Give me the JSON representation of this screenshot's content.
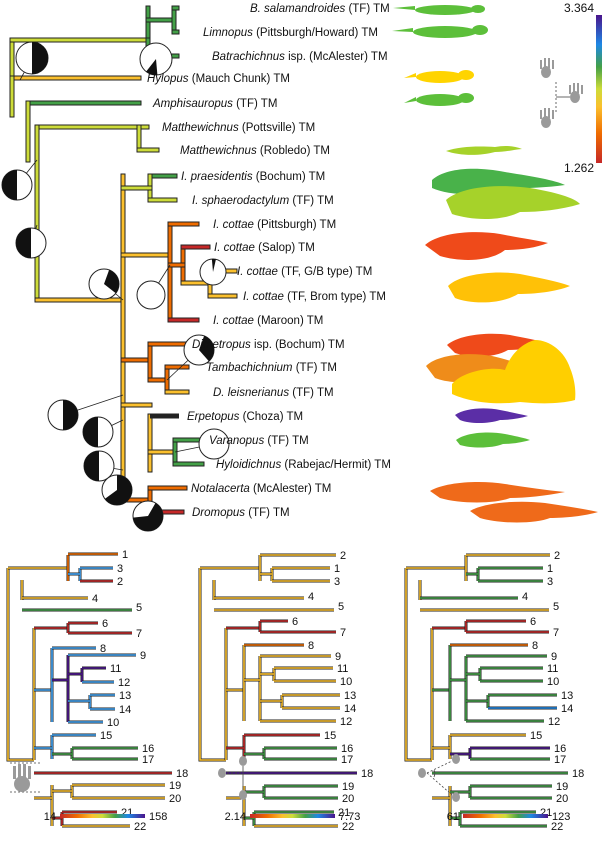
{
  "main_tree": {
    "taxa": [
      {
        "genus": "B. salamandroides",
        "rest": " (TF) TM"
      },
      {
        "genus": "Limnopus",
        "rest": " (Pittsburgh/Howard) TM"
      },
      {
        "genus": "Batrachichnus",
        "rest": " isp. (McAlester) TM"
      },
      {
        "genus": "Hylopus",
        "rest": " (Mauch Chunk) TM"
      },
      {
        "genus": "Amphisauropus",
        "rest": " (TF) TM"
      },
      {
        "genus": "Matthewichnus",
        "rest": " (Pottsville) TM"
      },
      {
        "genus": "Matthewichnus",
        "rest": " (Robledo) TM"
      },
      {
        "genus": "I. praesidentis",
        "rest": " (Bochum) TM"
      },
      {
        "genus": "I. sphaerodactylum",
        "rest": " (TF) TM"
      },
      {
        "genus": "I. cottae",
        "rest": " (Pittsburgh) TM"
      },
      {
        "genus": "I. cottae",
        "rest": " (Salop) TM"
      },
      {
        "genus": "I. cottae",
        "rest": " (TF, G/B type) TM"
      },
      {
        "genus": "I. cottae",
        "rest": " (TF, Brom type) TM"
      },
      {
        "genus": "I. cottae",
        "rest": " (Maroon) TM"
      },
      {
        "genus": "Dimetropus",
        "rest": " isp. (Bochum) TM"
      },
      {
        "genus": "Tambachichnium",
        "rest": " (TF) TM"
      },
      {
        "genus": "D. leisnerianus",
        "rest": " (TF) TM"
      },
      {
        "genus": "Erpetopus",
        "rest": " (Choza) TM"
      },
      {
        "genus": "Varanopus",
        "rest": " (TF) TM"
      },
      {
        "genus": "Hyloidichnus",
        "rest": " (Rabejac/Hermit) TM"
      },
      {
        "genus": "Notalacerta",
        "rest": " (McAlester) TM"
      },
      {
        "genus": "Dromopus",
        "rest": " (TF) TM"
      }
    ],
    "scale_max": "3.364",
    "scale_min": "1.262"
  },
  "small_trees": [
    {
      "labels": [
        "1",
        "3",
        "2",
        "4",
        "5",
        "6",
        "7",
        "8",
        "9",
        "11",
        "12",
        "13",
        "14",
        "10",
        "15",
        "16",
        "17",
        "18",
        "19",
        "20",
        "21",
        "22"
      ],
      "scale_min": "14",
      "scale_max": "158"
    },
    {
      "labels": [
        "2",
        "1",
        "3",
        "4",
        "5",
        "6",
        "7",
        "8",
        "9",
        "11",
        "10",
        "13",
        "14",
        "12",
        "15",
        "16",
        "17",
        "18",
        "19",
        "20",
        "21",
        "22"
      ],
      "scale_min": "2.14",
      "scale_max": "7.73"
    },
    {
      "labels": [
        "2",
        "1",
        "3",
        "4",
        "5",
        "6",
        "7",
        "8",
        "9",
        "11",
        "10",
        "13",
        "14",
        "12",
        "15",
        "16",
        "17",
        "18",
        "19",
        "20",
        "21",
        "22"
      ],
      "scale_min": "61",
      "scale_max": "123"
    }
  ],
  "colors": {
    "gradient": [
      "#c62828",
      "#ef6c00",
      "#fbc02d",
      "#fff176",
      "#9ccc65",
      "#43a047",
      "#26a69a",
      "#1e88e5",
      "#3949ab",
      "#4a148c"
    ],
    "animal_green": "#5cbf3a",
    "animal_orange": "#ef5a1a",
    "animal_yellow": "#ffc400",
    "animal_purple": "#5b2ea6"
  }
}
